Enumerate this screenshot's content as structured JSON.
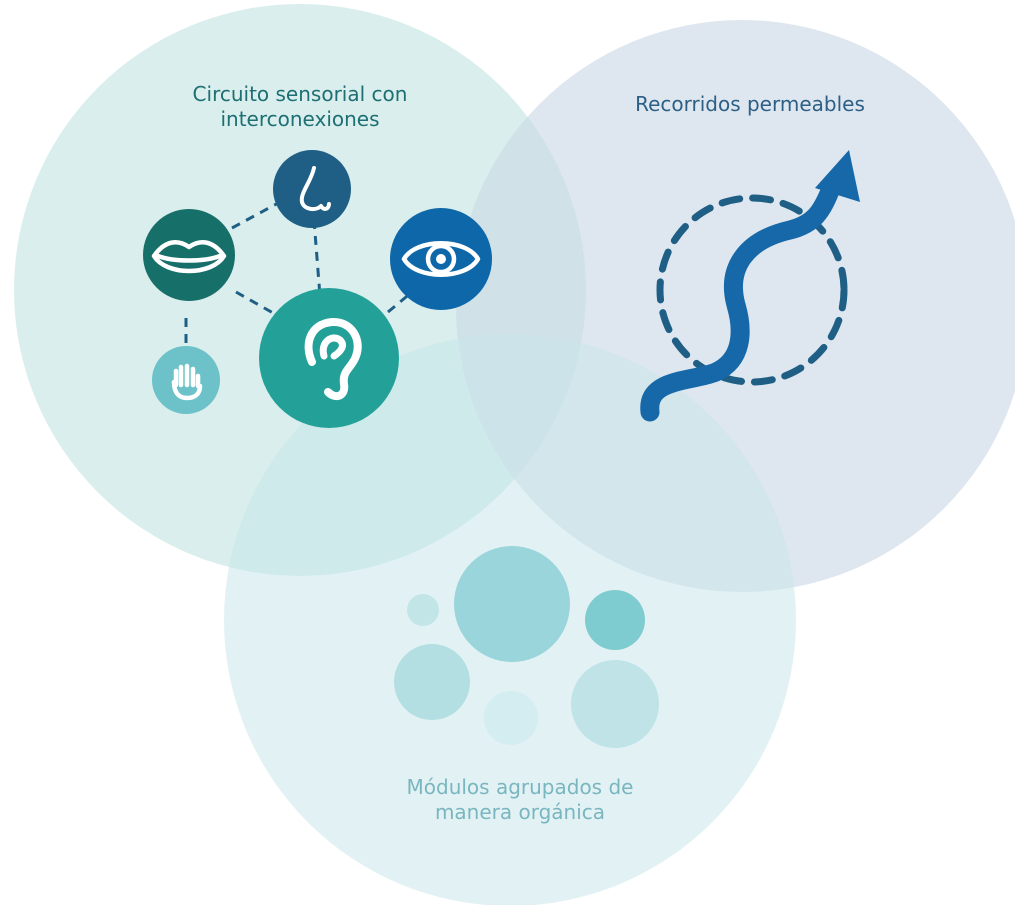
{
  "circles": {
    "sensorial": {
      "title": "Circuito sensorial con\ninterconexiones",
      "fill": "#d2ebea"
    },
    "recorridos": {
      "title": "Recorridos permeables",
      "fill": "#d5e2eb"
    },
    "modulos": {
      "title": "Módulos agrupados  de\nmanera orgánica",
      "fill": "#cdeaee"
    }
  },
  "senses": [
    {
      "name": "nose-icon",
      "color": "#1f5f85"
    },
    {
      "name": "mouth-icon",
      "color": "#166f68"
    },
    {
      "name": "eye-icon",
      "color": "#0d67a8"
    },
    {
      "name": "ear-icon",
      "color": "#23a199"
    },
    {
      "name": "hand-icon",
      "color": "#6cc2c8"
    }
  ],
  "path_color": "#1768a8",
  "dashed_ring_color": "#1f5f85",
  "module_colors": [
    "#9ad5dc",
    "#7ecbd0",
    "#b4dfe2",
    "#c2e5e8",
    "#d8eff1"
  ]
}
